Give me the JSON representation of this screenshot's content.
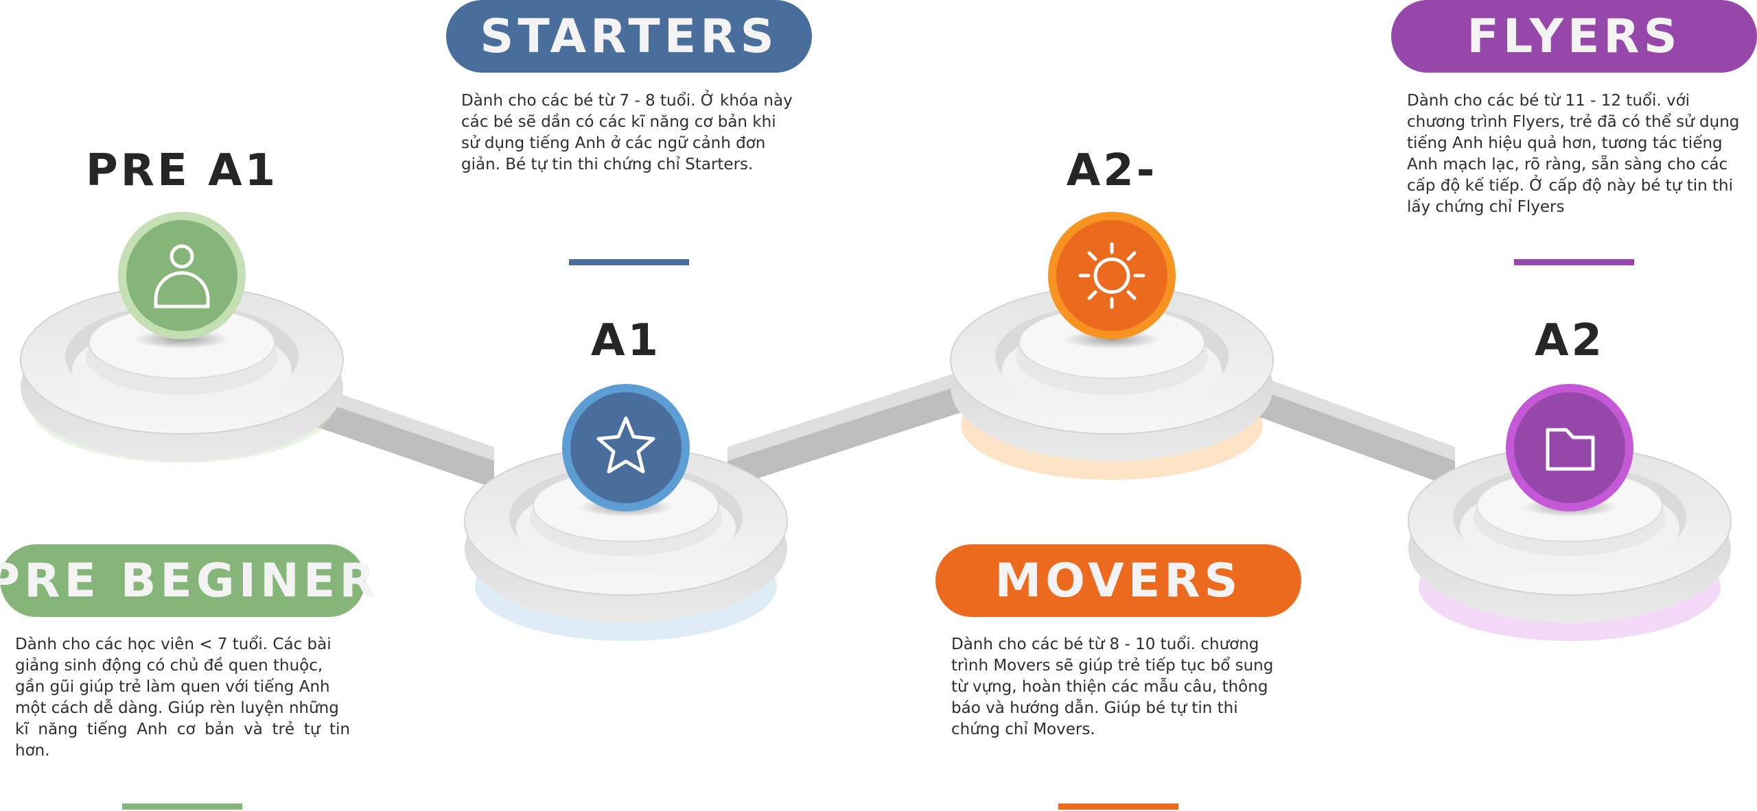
{
  "colors": {
    "green": "#86b579",
    "green_light": "#c4dfb3",
    "blue": "#4a6e9b",
    "blue_light": "#5c9ed3",
    "orange": "#ec6a1e",
    "orange_light": "#f79321",
    "purple": "#9548aa",
    "purple_light": "#c558d6"
  },
  "levels": [
    {
      "id": "pre-a1",
      "level": "PRE A1",
      "icon": "person-icon"
    },
    {
      "id": "a1",
      "level": "A1",
      "icon": "star-icon"
    },
    {
      "id": "a2-minus",
      "level": "A2-",
      "icon": "sun-icon"
    },
    {
      "id": "a2",
      "level": "A2",
      "icon": "folder-icon"
    }
  ],
  "programs": [
    {
      "id": "pre-beginer",
      "title": "PRE BEGINER",
      "lines": [
        "Dành cho các học viên < 7 tuổi. Các bài",
        "giảng sinh động có chủ đề quen thuộc,",
        "gần gũi giúp trẻ làm quen với tiếng Anh",
        "một cách dễ dàng. Giúp rèn luyện những",
        "kĩ năng tiếng Anh cơ bản và trẻ tự tin hơn."
      ]
    },
    {
      "id": "starters",
      "title": "STARTERS",
      "lines": [
        "Dành cho các bé từ 7 - 8 tuổi. Ở khóa này",
        "các bé sẽ dần có các kĩ năng cơ bản khi",
        "sử dụng tiếng Anh ở các ngữ cảnh đơn",
        "giản. Bé tự tin thi chứng chỉ Starters."
      ]
    },
    {
      "id": "movers",
      "title": "MOVERS",
      "lines": [
        "Dành cho các bé từ 8 - 10 tuổi.  chương",
        "trình Movers sẽ giúp trẻ tiếp tục bổ sung",
        "từ vựng, hoàn thiện các mẫu câu, thông",
        "báo và hướng dẫn. Giúp bé tự tin thi",
        "chứng chỉ Movers."
      ]
    },
    {
      "id": "flyers",
      "title": "FLYERS",
      "lines": [
        "Dành cho các bé từ 11 - 12 tuổi. với",
        "chương trình Flyers, trẻ đã có thể sử dụng",
        "tiếng Anh hiệu quả hơn, tương tác tiếng",
        "Anh mạch lạc, rõ ràng, sẵn sàng cho các",
        "cấp độ kế tiếp. Ở cấp độ này bé tự tin thi",
        "lấy chứng chỉ Flyers"
      ]
    }
  ]
}
